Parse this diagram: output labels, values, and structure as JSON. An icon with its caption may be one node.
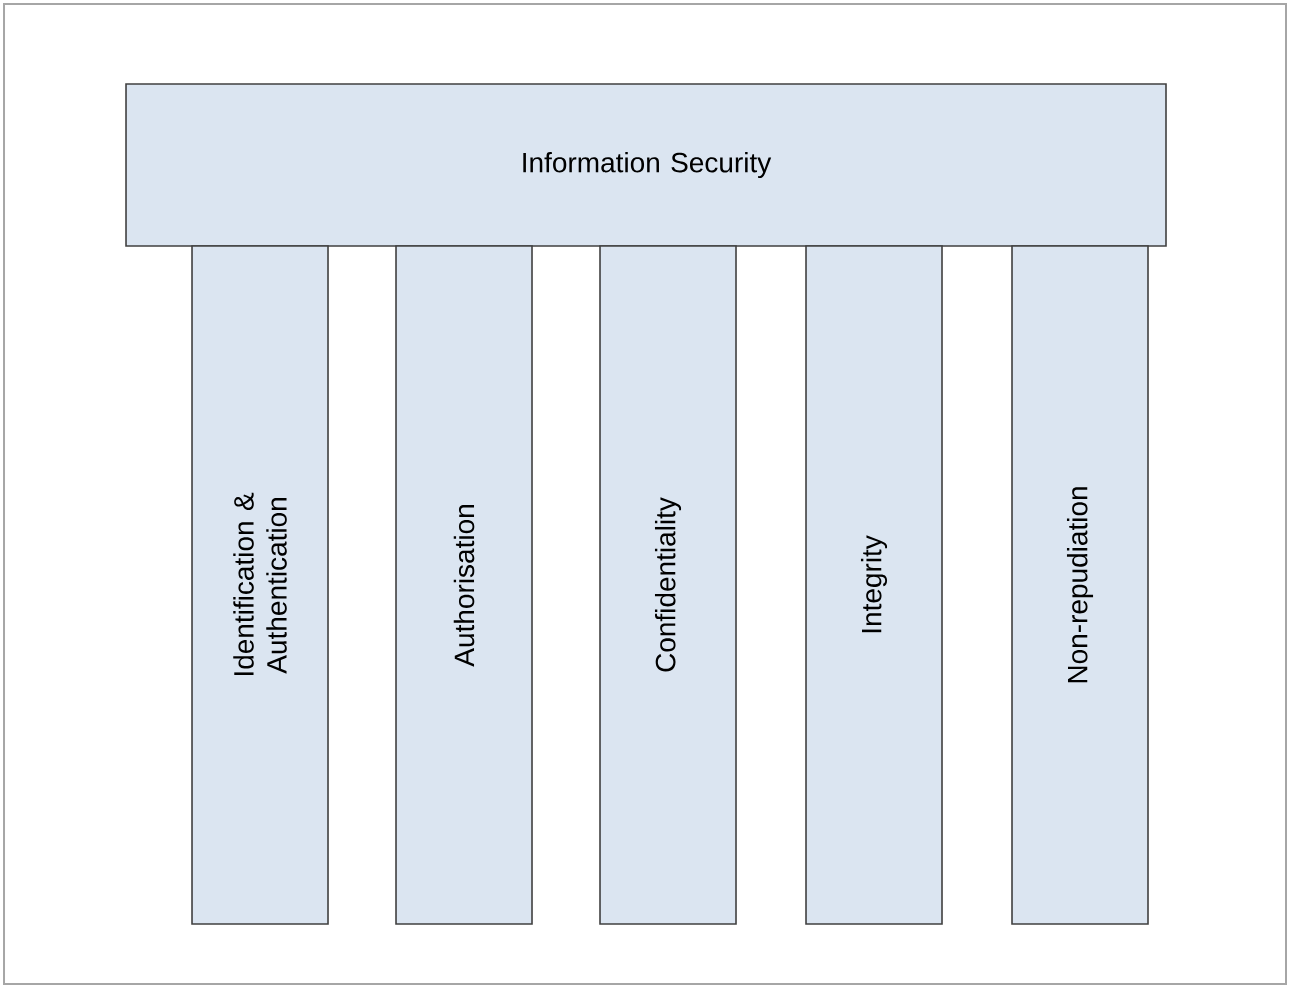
{
  "diagram": {
    "nodes": [
      {
        "text": [
          "Information Security"
        ]
      },
      {
        "text": [
          "Identification & Authentication"
        ]
      },
      {
        "text": [
          "Authorisation"
        ]
      },
      {
        "text": [
          "Confidentiality"
        ]
      },
      {
        "text": [
          "Integrity"
        ]
      },
      {
        "text": [
          "Non-repudiation"
        ]
      }
    ]
  }
}
